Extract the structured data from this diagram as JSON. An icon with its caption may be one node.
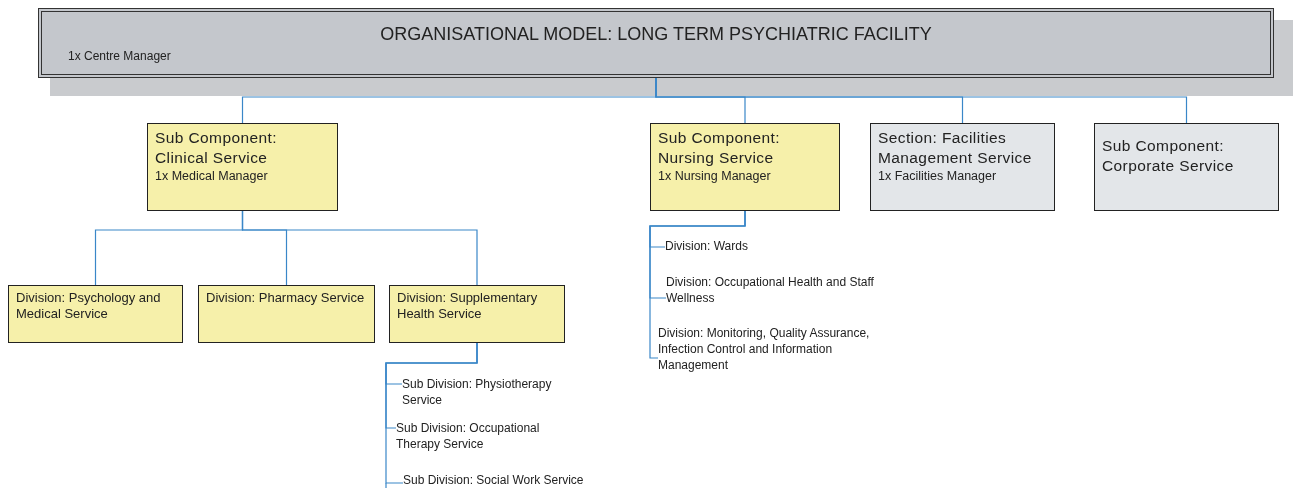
{
  "diagram": {
    "nodes": [
      {
        "text": [
          "ORGANISATIONAL MODEL:  LONG TERM PSYCHIATRIC FACILITY",
          "1x Centre Manager"
        ]
      },
      {
        "text": [
          "Sub Component: Clinical Service",
          "1x Medical Manager"
        ]
      },
      {
        "text": [
          "Sub Component: Nursing Service",
          "1x Nursing Manager"
        ]
      },
      {
        "text": [
          "Section: Facilities Management Service",
          "1x Facilities Manager"
        ]
      },
      {
        "text": [
          "Sub Component: Corporate Service"
        ]
      },
      {
        "text": [
          "Division: Psychology and Medical Service"
        ]
      },
      {
        "text": [
          "Division: Pharmacy Service"
        ]
      },
      {
        "text": [
          "Division: Supplementary Health Service"
        ]
      },
      {
        "text": [
          "Division: Wards"
        ]
      },
      {
        "text": [
          "Division: Occupational Health and Staff Wellness"
        ]
      },
      {
        "text": [
          "Division: Monitoring, Quality Assurance, Infection Control and Information Management"
        ]
      },
      {
        "text": [
          "Sub Division: Physiotherapy Service"
        ]
      },
      {
        "text": [
          "Sub Division: Occupational Therapy Service"
        ]
      },
      {
        "text": [
          "Sub Division: Social Work Service"
        ]
      }
    ],
    "edges": [
      {
        "from": 0,
        "to": 1,
        "arrow": "none"
      },
      {
        "from": 0,
        "to": 2,
        "arrow": "none"
      },
      {
        "from": 0,
        "to": 3,
        "arrow": "none"
      },
      {
        "from": 0,
        "to": 4,
        "arrow": "none"
      },
      {
        "from": 1,
        "to": 5,
        "arrow": "none"
      },
      {
        "from": 1,
        "to": 6,
        "arrow": "none"
      },
      {
        "from": 1,
        "to": 7,
        "arrow": "none"
      },
      {
        "from": 2,
        "to": 8,
        "arrow": "none"
      },
      {
        "from": 2,
        "to": 9,
        "arrow": "none"
      },
      {
        "from": 2,
        "to": 10,
        "arrow": "none"
      },
      {
        "from": 7,
        "to": 11,
        "arrow": "none"
      },
      {
        "from": 7,
        "to": 12,
        "arrow": "none"
      },
      {
        "from": 7,
        "to": 13,
        "arrow": "none"
      }
    ]
  }
}
